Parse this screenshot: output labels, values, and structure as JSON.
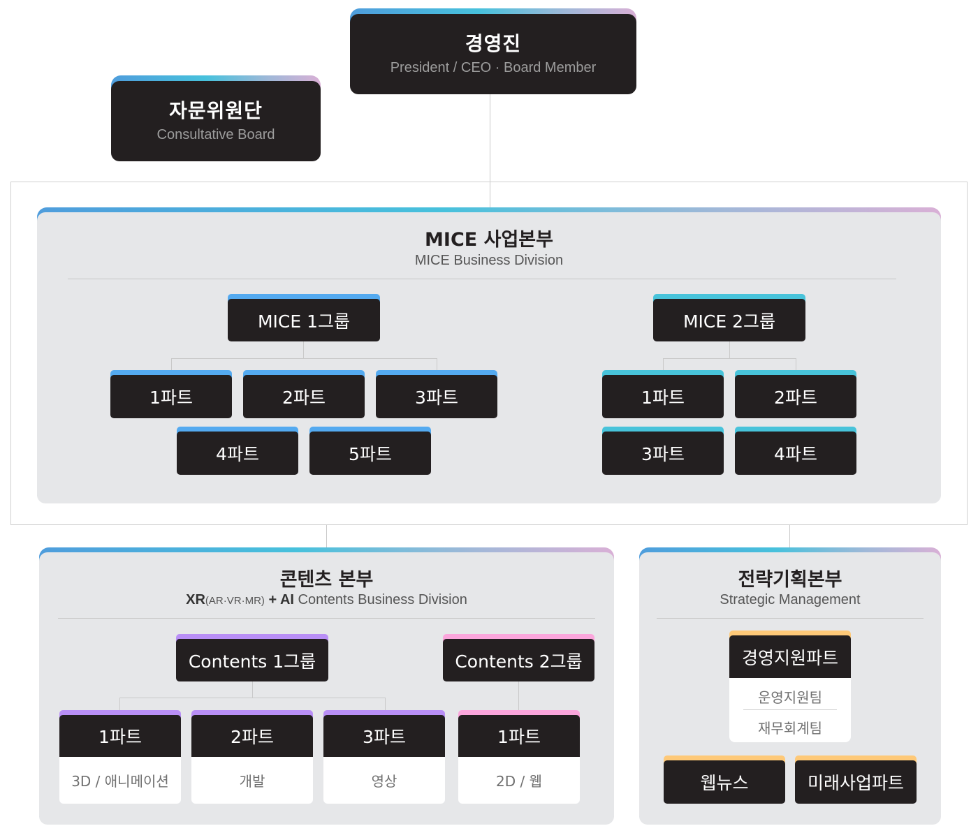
{
  "colors": {
    "card_dark": "#231f20",
    "panel_bg": "#e6e7e9",
    "mice1_accent": "#54aaf0",
    "mice2_accent": "#48c3da",
    "contents1_accent": "#b98ff6",
    "contents2_accent": "#fba6dc",
    "strategy_accent": "#fec978",
    "gradient": [
      "#4f9ddc",
      "#47c1dc",
      "#9fb8d8",
      "#d9b0d6"
    ]
  },
  "executive": {
    "title": "경영진",
    "subtitle": "President / CEO · Board Member"
  },
  "advisory": {
    "title": "자문위원단",
    "subtitle": "Consultative Board"
  },
  "mice_division": {
    "title": "MICE 사업본부",
    "subtitle": "MICE Business Division",
    "groups": [
      {
        "name": "MICE 1그룹",
        "parts": [
          "1파트",
          "2파트",
          "3파트",
          "4파트",
          "5파트"
        ]
      },
      {
        "name": "MICE 2그룹",
        "parts": [
          "1파트",
          "2파트",
          "3파트",
          "4파트"
        ]
      }
    ]
  },
  "contents_division": {
    "title": "콘텐츠 본부",
    "subtitle_xr": "XR",
    "subtitle_xr_detail": "(AR·VR·MR)",
    "subtitle_plus": " + ",
    "subtitle_ai": "AI",
    "subtitle_rest": " Contents Business Division",
    "groups": [
      {
        "name": "Contents 1그룹",
        "parts": [
          {
            "name": "1파트",
            "desc": "3D / 애니메이션"
          },
          {
            "name": "2파트",
            "desc": "개발"
          },
          {
            "name": "3파트",
            "desc": "영상"
          }
        ]
      },
      {
        "name": "Contents 2그룹",
        "parts": [
          {
            "name": "1파트",
            "desc": "2D / 웹"
          }
        ]
      }
    ]
  },
  "strategy_division": {
    "title": "전략기획본부",
    "subtitle": "Strategic Management",
    "support_part": {
      "name": "경영지원파트",
      "teams": [
        "운영지원팀",
        "재무회계팀"
      ]
    },
    "other_parts": [
      "웹뉴스",
      "미래사업파트"
    ]
  }
}
